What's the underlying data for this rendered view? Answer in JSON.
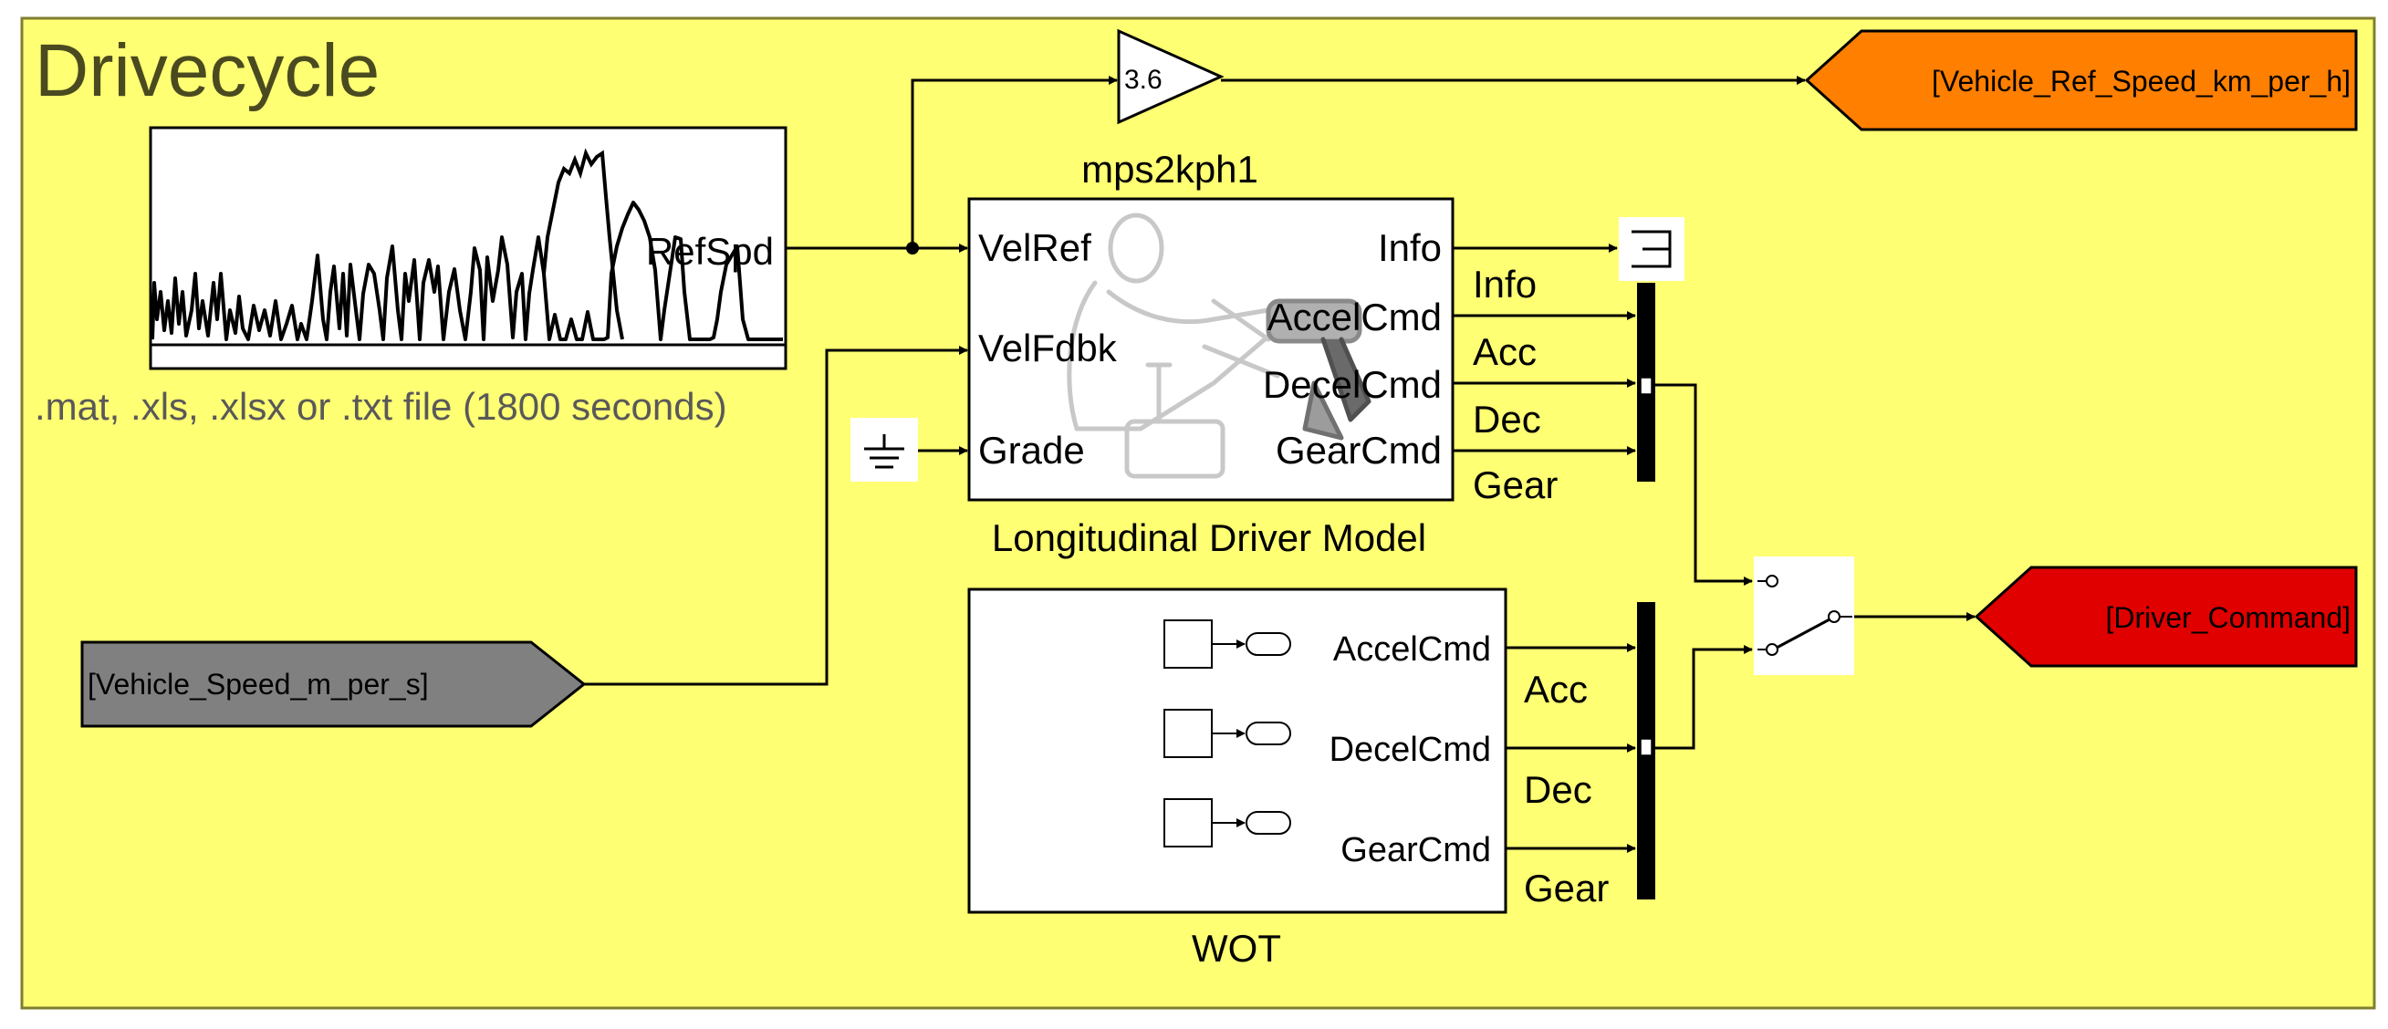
{
  "area": {
    "title": "Drivecycle",
    "fill": "#FFFF74"
  },
  "drivecycle_source": {
    "output_port": "RefSpd",
    "caption": ".mat, .xls, .xlsx or .txt file (1800  seconds)",
    "preview_icon": "speed-trace-icon"
  },
  "gain_block": {
    "value": "3.6",
    "name": "mps2kph1"
  },
  "goto_ref_speed": {
    "label": "[Vehicle_Ref_Speed_km_per_h]",
    "fill": "#FF7F00"
  },
  "driver_model": {
    "name": "Longitudinal Driver Model",
    "inputs": [
      "VelRef",
      "VelFdbk",
      "Grade"
    ],
    "outputs": [
      "Info",
      "AccelCmd",
      "DecelCmd",
      "GearCmd"
    ],
    "icon": "driver-seated-icon"
  },
  "signal_labels": {
    "info": "Info",
    "acc": "Acc",
    "dec": "Dec",
    "gear": "Gear"
  },
  "from_vehicle_speed": {
    "label": "[Vehicle_Speed_m_per_s]",
    "fill": "#808080"
  },
  "wot_block": {
    "name": "WOT",
    "outputs": [
      "AccelCmd",
      "DecelCmd",
      "GearCmd"
    ]
  },
  "wot_signal_labels": {
    "acc": "Acc",
    "dec": "Dec",
    "gear": "Gear"
  },
  "goto_driver_command": {
    "label": "[Driver_Command]",
    "fill": "#E00000"
  },
  "icons": {
    "ground": "ground-icon",
    "terminator": "terminator-icon",
    "switch": "manual-switch-icon",
    "bus": "bus-creator-icon",
    "constant": "constant-source-icon"
  }
}
